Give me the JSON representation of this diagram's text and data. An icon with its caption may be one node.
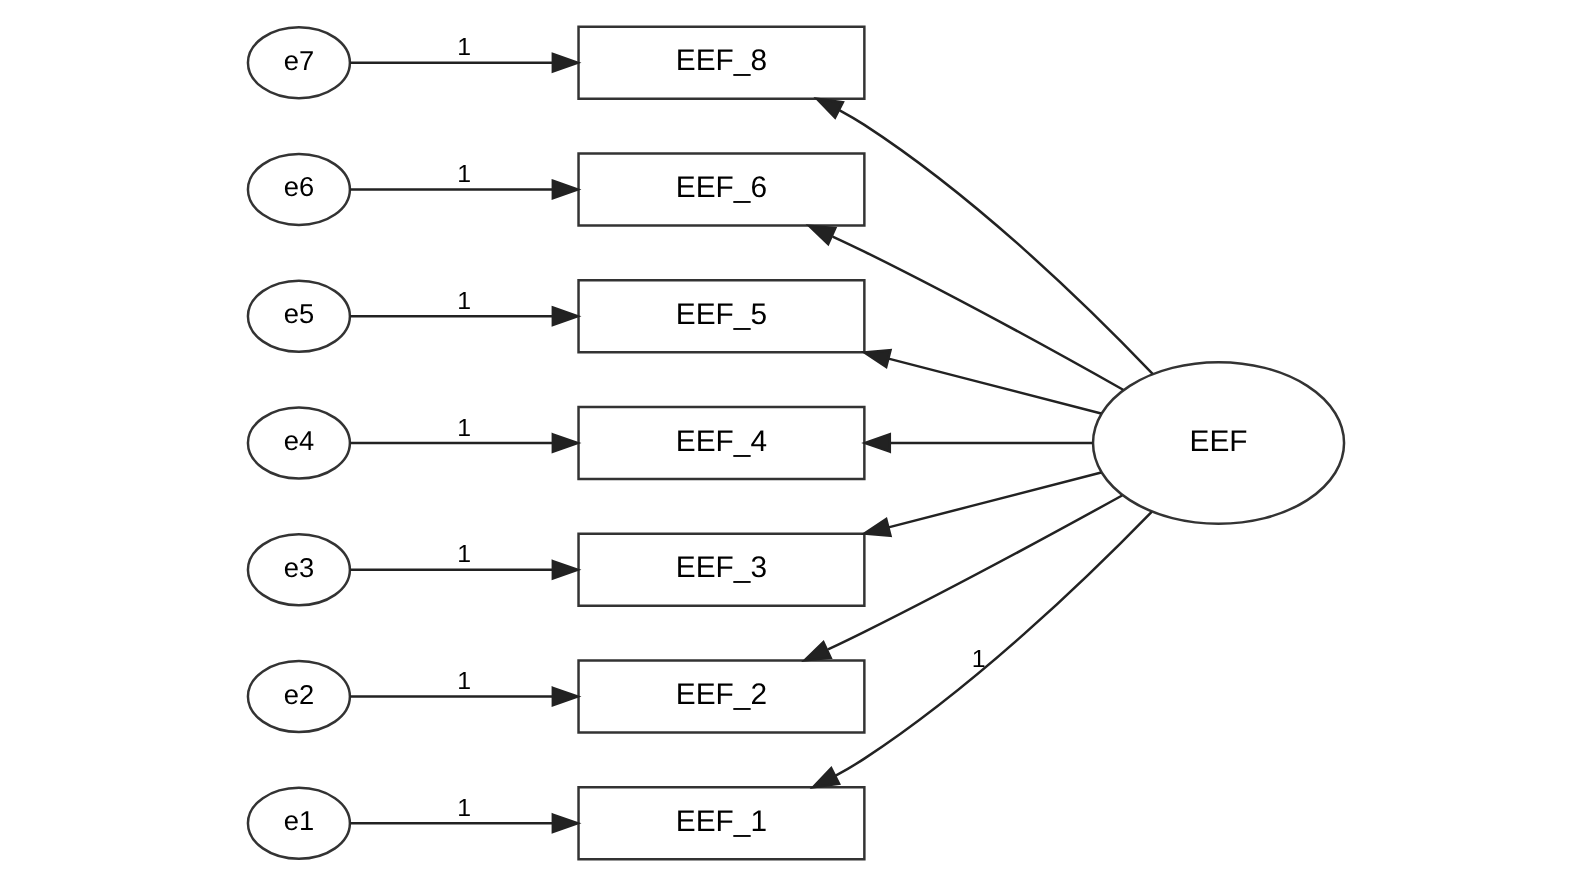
{
  "diagram": {
    "nodes": [
      {
        "text": [
          "e7"
        ]
      },
      {
        "text": [
          "EEF_8"
        ]
      },
      {
        "text": [
          "e6"
        ]
      },
      {
        "text": [
          "EEF_6"
        ]
      },
      {
        "text": [
          "e5"
        ]
      },
      {
        "text": [
          "EEF_5"
        ]
      },
      {
        "text": [
          "e4"
        ]
      },
      {
        "text": [
          "EEF_4"
        ]
      },
      {
        "text": [
          "e3"
        ]
      },
      {
        "text": [
          "EEF_3"
        ]
      },
      {
        "text": [
          "e2"
        ]
      },
      {
        "text": [
          "EEF_2"
        ]
      },
      {
        "text": [
          "e1"
        ]
      },
      {
        "text": [
          "EEF_1"
        ]
      },
      {
        "text": [
          "EEF"
        ]
      }
    ],
    "edges": [
      {
        "from": 0,
        "to": 1,
        "arrow": "to",
        "label": "1"
      },
      {
        "from": 2,
        "to": 3,
        "arrow": "to",
        "label": "1"
      },
      {
        "from": 4,
        "to": 5,
        "arrow": "to",
        "label": "1"
      },
      {
        "from": 6,
        "to": 7,
        "arrow": "to",
        "label": "1"
      },
      {
        "from": 8,
        "to": 9,
        "arrow": "to",
        "label": "1"
      },
      {
        "from": 10,
        "to": 11,
        "arrow": "to",
        "label": "1"
      },
      {
        "from": 12,
        "to": 13,
        "arrow": "to",
        "label": "1"
      },
      {
        "from": 14,
        "to": 1,
        "arrow": "to"
      },
      {
        "from": 14,
        "to": 3,
        "arrow": "to"
      },
      {
        "from": 14,
        "to": 5,
        "arrow": "to"
      },
      {
        "from": 14,
        "to": 7,
        "arrow": "to"
      },
      {
        "from": 14,
        "to": 9,
        "arrow": "to"
      },
      {
        "from": 14,
        "to": 11,
        "arrow": "to"
      },
      {
        "from": 14,
        "to": 13,
        "arrow": "to",
        "label": "1"
      }
    ]
  }
}
